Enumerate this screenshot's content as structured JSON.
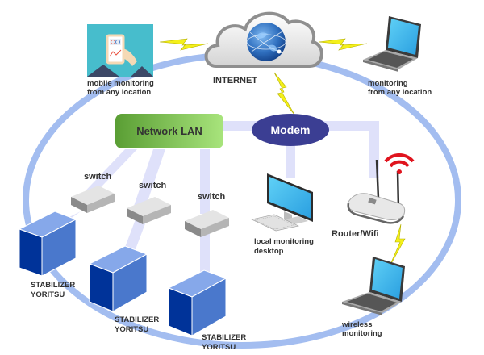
{
  "diagram": {
    "nodes": {
      "internet": {
        "label": "INTERNET"
      },
      "mobile": {
        "label_lines": [
          "mobile monitoring",
          "from any location"
        ]
      },
      "remote_laptop": {
        "label_lines": [
          "monitoring",
          "from any location"
        ]
      },
      "network_lan": {
        "label": "Network LAN"
      },
      "modem": {
        "label": "Modem"
      },
      "switches": [
        {
          "label": "switch"
        },
        {
          "label": "switch"
        },
        {
          "label": "switch"
        }
      ],
      "stabilizers": [
        {
          "label_lines": [
            "STABILIZER",
            "YORITSU"
          ]
        },
        {
          "label_lines": [
            "STABILIZER",
            "YORITSU"
          ]
        },
        {
          "label_lines": [
            "STABILIZER",
            "YORITSU"
          ]
        }
      ],
      "desktop": {
        "label_lines": [
          "local monitoring",
          "desktop"
        ]
      },
      "router": {
        "label": "Router/Wifi"
      },
      "wireless_laptop": {
        "label_lines": [
          "wireless",
          "monitoring"
        ]
      }
    },
    "colors": {
      "ring": "#9db8ef",
      "connector": "#dcdff8",
      "lan_green_dark": "#5ea83a",
      "lan_green_light": "#a6e07a",
      "modem_navy": "#3a3d91",
      "bolt_yellow": "#f2ee10",
      "cube_front": "#003399",
      "cube_side": "#4a78cc",
      "cube_top": "#86a8ea",
      "wifi_red": "#e0141e",
      "screen_blue": "#48c4f2",
      "mobile_bg": "#45bccb"
    }
  }
}
